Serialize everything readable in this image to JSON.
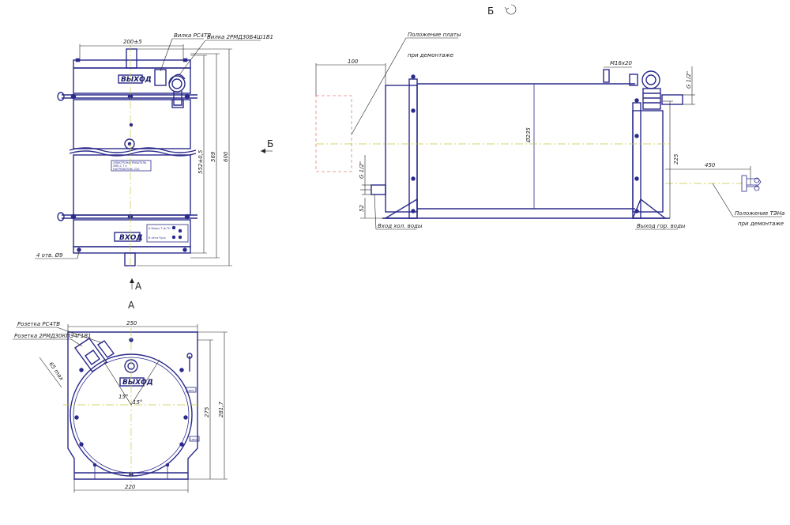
{
  "views": {
    "b_title": "Б",
    "b_marker": "Б",
    "a_arrow": "А",
    "a_title": "А"
  },
  "front_view": {
    "label_output_rs4tv": "Вилка РС4ТВ",
    "label_output_2rmd": "Вилка 2РМД30Б4Ш1В1",
    "dim_top": "200±5",
    "dim_552": "552±0,5",
    "dim_569": "569",
    "dim_600": "600",
    "holes": "4 отв. Ø9",
    "plate_out": "ВЫХОД",
    "plate_in": "ВХОД",
    "nameplate_lines": [
      "ЭЛЕКТРОНАГРЕВАТЕЛЬ",
      "ЭВП-1 Т  У",
      "НАГРЕВАТЕЛЬ 220"
    ],
    "tb_row1": "К блоку    Т  ф  ТН",
    "tb_row2": "К сети   Пуск",
    "tb_marks": [
      "ТН",
      "Т",
      "Н",
      "ТН"
    ]
  },
  "side_view": {
    "label_plate_pos1": "Положение платы",
    "label_plate_pos2": "при демонтаже",
    "dim_100": "100",
    "dim_m16": "М16х20",
    "dim_g12_top": "G 1/2\"",
    "dim_g12_left": "G 1/2\"",
    "dim_235": "Ø235",
    "dim_225": "225",
    "dim_450": "450",
    "dim_52": "52",
    "label_cold_in": "Вход хол. воды",
    "label_hot_out": "Выход гор. воды",
    "label_ten_pos1": "Положение ТЭНа",
    "label_ten_pos2": "при демонтаже"
  },
  "bottom_view": {
    "label_socket1": "Розетка РС4ТВ",
    "label_socket2": "Розетка 2РМД30КПЭ4Г1В1",
    "dim_250": "250",
    "dim_275": "275",
    "dim_281": "281,7",
    "dim_220": "220",
    "dim_65": "65 max",
    "dim_15a": "15°",
    "dim_15b": "15°",
    "plate_out": "ВЫХОД",
    "small_tag": "Land",
    "small_tag2": "Land"
  }
}
